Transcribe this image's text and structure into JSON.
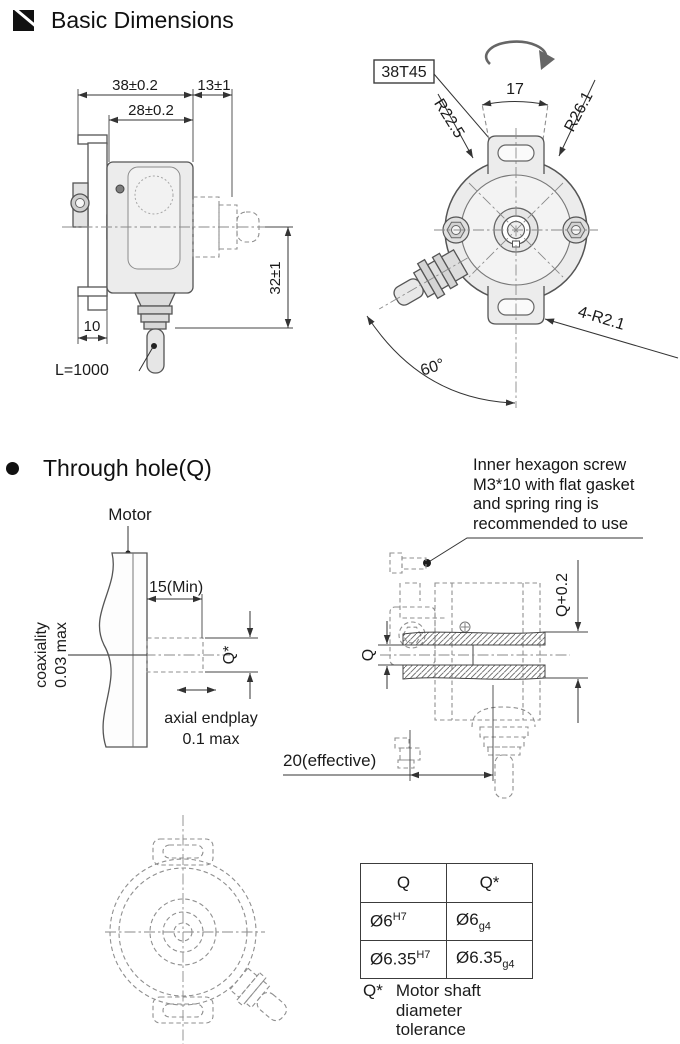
{
  "colors": {
    "background": "#ffffff",
    "line": "#555555",
    "dimension": "#333333",
    "dashed": "#8f8f8f",
    "body_fill": "#ececec",
    "text": "#1b1b1b"
  },
  "sections": {
    "basic_title": "Basic Dimensions",
    "through_title": "Through hole(Q)"
  },
  "side_view": {
    "dim_width_outer": "38±0.2",
    "dim_shaft": "13±1",
    "dim_width_body": "28±0.2",
    "dim_height": "32±1",
    "dim_bracket": "10",
    "cable_length": "L=1000"
  },
  "front_view": {
    "boxed_label": "38T45",
    "dim_tab_width": "17",
    "radius_inner": "R22.5",
    "radius_outer": "R26.1",
    "corner_radius": "4-R2.1",
    "cable_angle": "60°"
  },
  "through_hole": {
    "motor_label": "Motor",
    "screw_note_line1": "Inner hexagon screw",
    "screw_note_line2": "M3*10 with flat gasket",
    "screw_note_line3": "and spring ring is",
    "screw_note_line4": "recommended to use",
    "dim_min_depth": "15(Min)",
    "shaft_dia_label": "Q*",
    "coaxiality_line1": "coaxiality",
    "coaxiality_line2": "0.03 max",
    "endplay_line1": "axial endplay",
    "endplay_line2": "0.1 max",
    "dim_effective": "20(effective)",
    "hole_dia_label": "Q",
    "hole_fit_label": "Q+0.2"
  },
  "tolerance_table": {
    "headers": [
      "Q",
      "Q*"
    ],
    "rows": [
      {
        "q_base": "Ø6",
        "q_sup": "H7",
        "qs_base": "Ø6",
        "qs_sub": "g4"
      },
      {
        "q_base": "Ø6.35",
        "q_sup": "H7",
        "qs_base": "Ø6.35",
        "qs_sub": "g4"
      }
    ],
    "note_symbol": "Q*",
    "note_line1": "Motor shaft",
    "note_line2": "diameter",
    "note_line3": "tolerance"
  }
}
